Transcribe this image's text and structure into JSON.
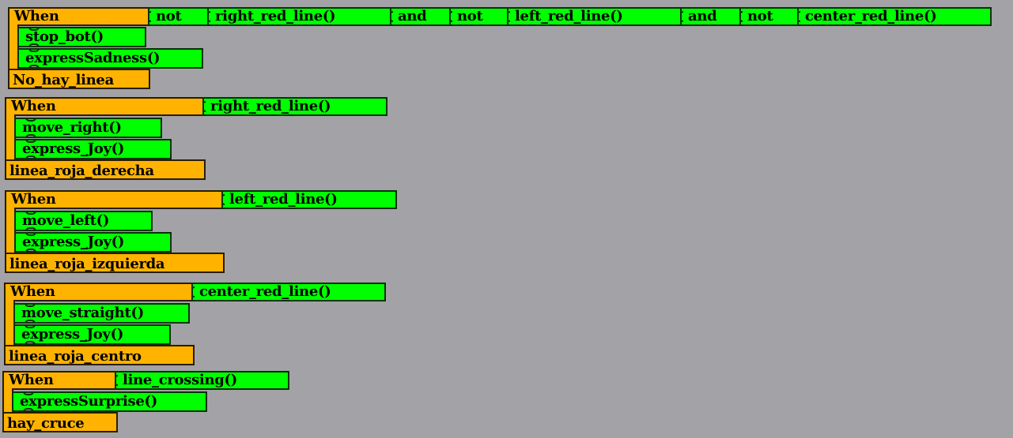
{
  "keyword_when": "When",
  "groups": [
    {
      "conditions": [
        "not",
        "right_red_line()",
        "and",
        "not",
        "left_red_line()",
        "and",
        "not",
        "center_red_line()"
      ],
      "actions": [
        "stop_bot()",
        "expressSadness()"
      ],
      "name": "No_hay_linea"
    },
    {
      "conditions": [
        "right_red_line()"
      ],
      "actions": [
        "move_right()",
        "express_Joy()"
      ],
      "name": "linea_roja_derecha"
    },
    {
      "conditions": [
        "left_red_line()"
      ],
      "actions": [
        "move_left()",
        "express_Joy()"
      ],
      "name": "linea_roja_izquierda"
    },
    {
      "conditions": [
        "center_red_line()"
      ],
      "actions": [
        "move_straight()",
        "express_Joy()"
      ],
      "name": "linea_roja_centro"
    },
    {
      "conditions": [
        "line_crossing()"
      ],
      "actions": [
        "expressSurprise()"
      ],
      "name": "hay_cruce"
    }
  ],
  "colors": {
    "background": "#a3a2a6",
    "event_block": "#ffb300",
    "condition_block": "#00ff00",
    "outline": "#2a1c00"
  }
}
